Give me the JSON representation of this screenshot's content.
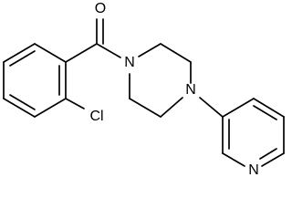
{
  "structure": {
    "atom_labels": {
      "carbonyl_oxygen": "O",
      "piperazine_n_left": "N",
      "piperazine_n_right": "N",
      "chlorine": "Cl",
      "pyridine_n": "N"
    }
  }
}
